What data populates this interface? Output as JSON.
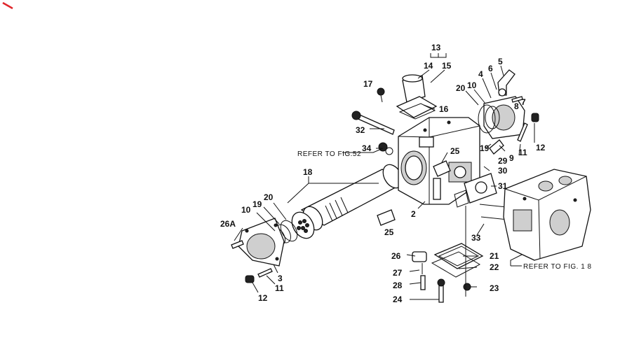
{
  "labels": {
    "l13": "13",
    "l14": "14",
    "l15": "15",
    "l17": "17",
    "l16": "16",
    "l5": "5",
    "l6": "6",
    "l4": "4",
    "l20a": "20",
    "l10a": "10",
    "l8": "8",
    "l7": "7",
    "l32": "32",
    "l34": "34",
    "l25a": "25",
    "l19a": "19",
    "l29": "29",
    "l9": "9",
    "l11a": "11",
    "l12a": "12",
    "l18": "18",
    "l30": "30",
    "l31": "31",
    "l20b": "20",
    "l19b": "19",
    "l10b": "10",
    "l26a": "26A",
    "l25b": "25",
    "l2": "2",
    "l33": "33",
    "l3": "3",
    "l11b": "11",
    "l12b": "12",
    "l26": "26",
    "l21": "21",
    "l27": "27",
    "l22": "22",
    "l28": "28",
    "l23": "23",
    "l24": "24"
  },
  "refs": {
    "fig52": "REFER TO FIG.52",
    "fig18": "REFER TO FIG. 1 8"
  },
  "colors": {
    "ink": "#111111",
    "mark": "#e0262b"
  }
}
